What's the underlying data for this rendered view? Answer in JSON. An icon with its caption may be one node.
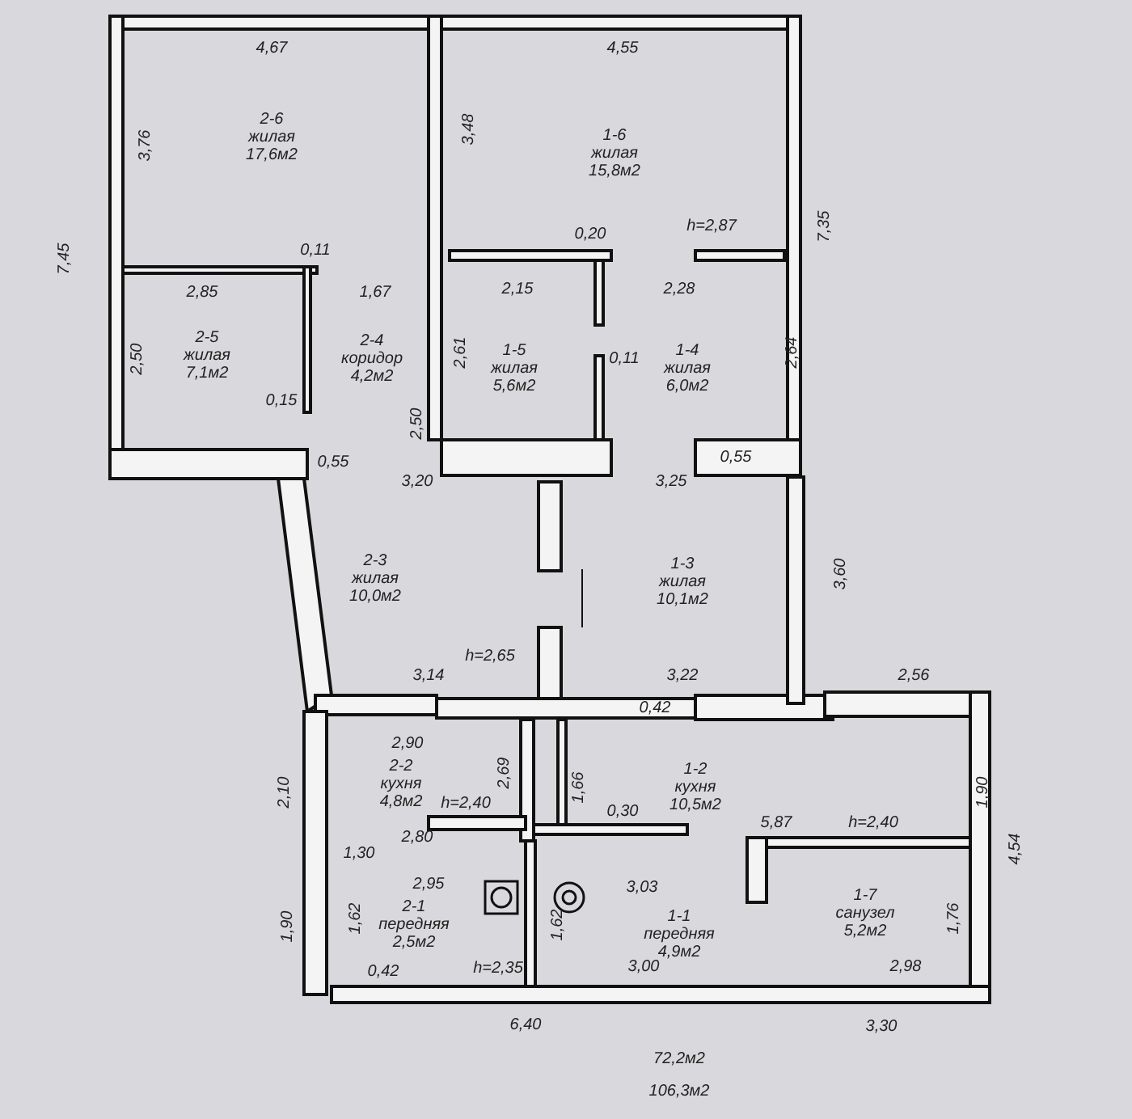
{
  "diagram": {
    "nodes": [
      {
        "text": [
          "2-6",
          "жилая",
          "17,6м2"
        ]
      },
      {
        "text": [
          "1-6",
          "жилая",
          "15,8м2"
        ]
      },
      {
        "text": [
          "2-5",
          "жилая",
          "7,1м2"
        ]
      },
      {
        "text": [
          "2-4",
          "коридор",
          "4,2м2"
        ]
      },
      {
        "text": [
          "1-5",
          "жилая",
          "5,6м2"
        ]
      },
      {
        "text": [
          "1-4",
          "жилая",
          "6,0м2"
        ]
      },
      {
        "text": [
          "2-3",
          "жилая",
          "10,0м2"
        ]
      },
      {
        "text": [
          "1-3",
          "жилая",
          "10,1м2"
        ]
      },
      {
        "text": [
          "2-2",
          "кухня",
          "4,8м2"
        ]
      },
      {
        "text": [
          "1-2",
          "кухня",
          "10,5м2"
        ]
      },
      {
        "text": [
          "2-1",
          "передняя",
          "2,5м2"
        ]
      },
      {
        "text": [
          "1-1",
          "передняя",
          "4,9м2"
        ]
      },
      {
        "text": [
          "1-7",
          "санузел",
          "5,2м2"
        ]
      }
    ],
    "labels": [
      "4,67",
      "4,55",
      "7,45",
      "3,76",
      "3,48",
      "0,11",
      "0,20",
      "h=2,87",
      "7,35",
      "2,85",
      "1,67",
      "2,15",
      "2,28",
      "2,50",
      "2,50",
      "2,61",
      "0,11",
      "2,64",
      "0,15",
      "0,55",
      "0,55",
      "3,20",
      "3,25",
      "3,60",
      "3,14",
      "h=2,65",
      "3,22",
      "0,42",
      "2,56",
      "2,90",
      "2,10",
      "2,69",
      "h=2,40",
      "2,80",
      "1,66",
      "0,30",
      "1,30",
      "5,87",
      "h=2,40",
      "1,90",
      "4,54",
      "2,95",
      "3,03",
      "1,90",
      "1,62",
      "1,62",
      "1,76",
      "0,42",
      "h=2,35",
      "3,00",
      "2,98",
      "6,40",
      "3,30",
      "72,2м2",
      "106,3м2"
    ]
  }
}
